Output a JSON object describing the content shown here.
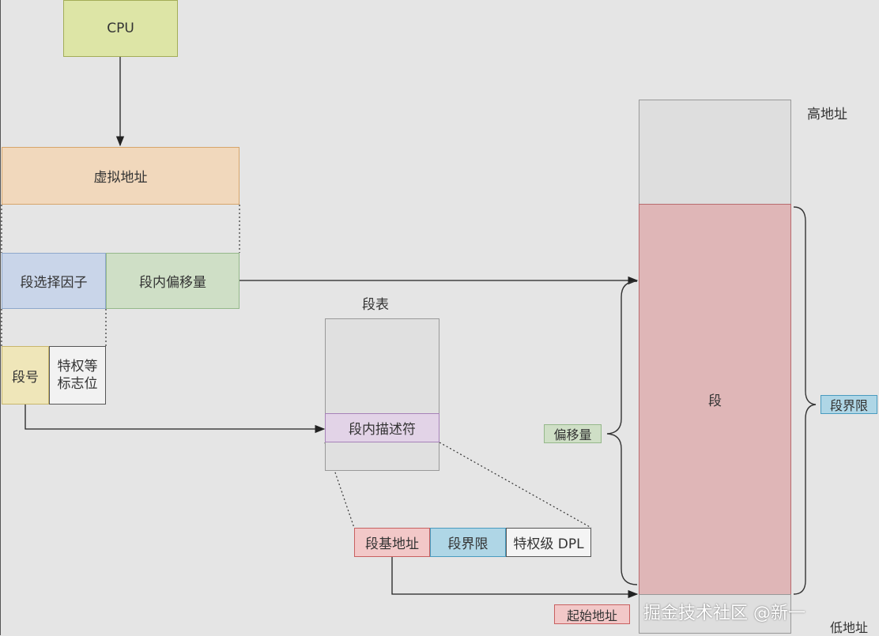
{
  "cpu": "CPU",
  "virtual_address": "虚拟地址",
  "segment_selector": "段选择因子",
  "offset_in_segment": "段内偏移量",
  "segment_number": "段号",
  "privilege_flags_line1": "特权等",
  "privilege_flags_line2": "标志位",
  "segment_table_title": "段表",
  "segment_descriptor": "段内描述符",
  "descriptor_fields": {
    "base": "段基地址",
    "limit": "段界限",
    "dpl": "特权级 DPL"
  },
  "memory": {
    "high_address": "高地址",
    "low_address": "低地址",
    "segment": "段"
  },
  "labels": {
    "offset": "偏移量",
    "segment_limit": "段界限",
    "start_address": "起始地址"
  },
  "watermark": "掘金技术社区 @新一",
  "colors": {
    "cpu": "#dde5a6",
    "virtual": "#f1d8bc",
    "selector": "#c9d5e9",
    "offset": "#cfdfc6",
    "segno": "#efe6b9",
    "descriptor": "#e2d3e7",
    "base": "#f2c8c8",
    "limit": "#afd6e6",
    "segment": "#dfb6b7"
  }
}
